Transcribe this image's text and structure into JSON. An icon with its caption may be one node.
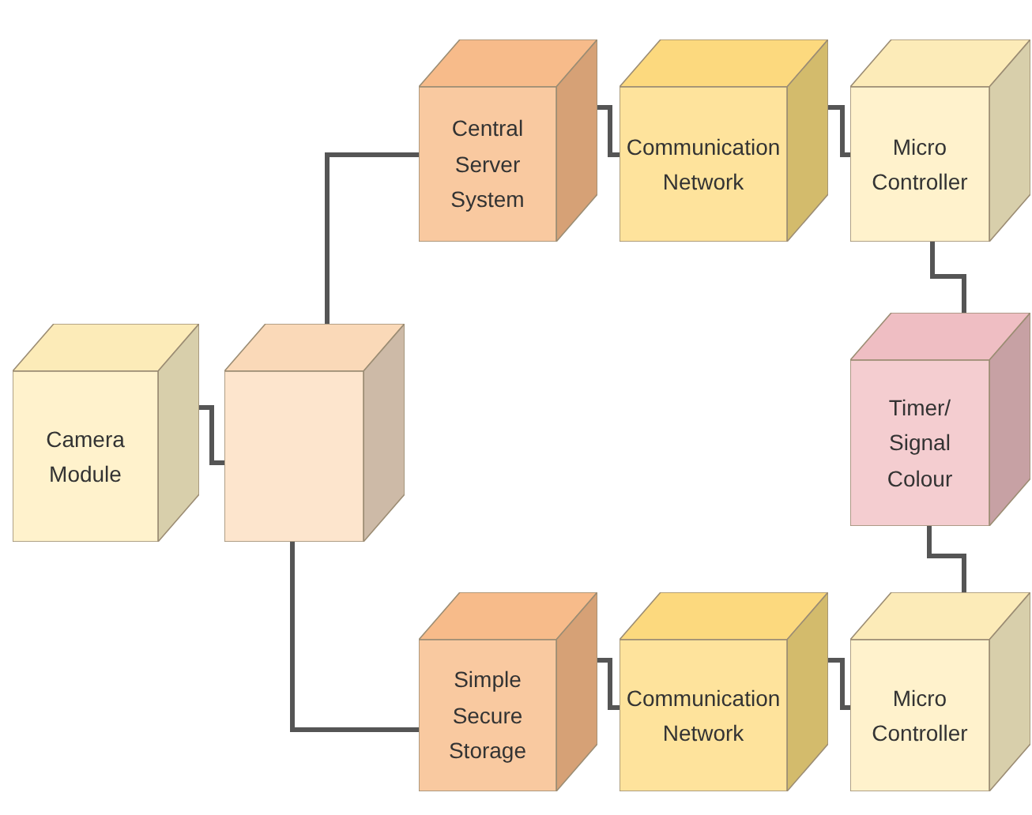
{
  "diagram": {
    "nodes": [
      {
        "text": [
          "Central Server System"
        ]
      },
      {
        "text": [
          "Communication Network"
        ]
      },
      {
        "text": [
          "Micro Controller"
        ]
      },
      {
        "text": [
          "Camera Module"
        ]
      },
      {
        "text": [],
        "shape": "box"
      },
      {
        "text": [
          "Timer/ Signal Colour"
        ]
      },
      {
        "text": [
          "Simple Secure Storage"
        ]
      },
      {
        "text": [
          "Communication Network"
        ]
      },
      {
        "text": [
          "Micro Controller"
        ]
      }
    ],
    "edges": [
      {
        "from": 0,
        "to": 1,
        "arrow": "none"
      },
      {
        "from": 1,
        "to": 2,
        "arrow": "none"
      },
      {
        "from": 2,
        "to": 5,
        "arrow": "none"
      },
      {
        "from": 5,
        "to": 8,
        "arrow": "none"
      },
      {
        "from": 3,
        "to": 4,
        "arrow": "none"
      },
      {
        "from": 4,
        "to": 0,
        "arrow": "none"
      },
      {
        "from": 4,
        "to": 6,
        "arrow": "none"
      },
      {
        "from": 6,
        "to": 7,
        "arrow": "none"
      },
      {
        "from": 7,
        "to": 8,
        "arrow": "none"
      }
    ]
  }
}
